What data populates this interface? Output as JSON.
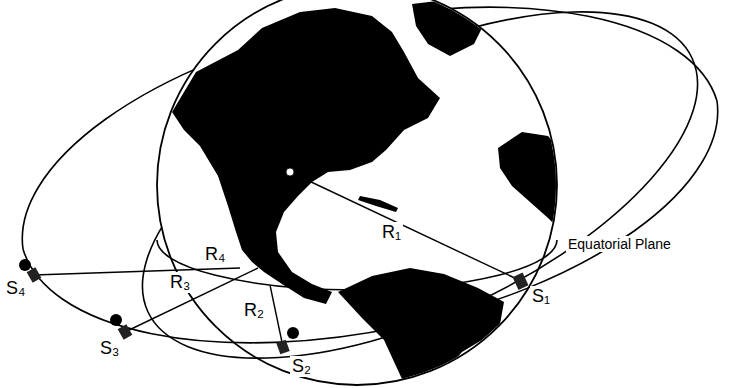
{
  "diagram": {
    "labels": [
      "R₄",
      "R₁",
      "R₃",
      "R₂",
      "Equatorial Plane",
      "S₄",
      "S₁",
      "S₃",
      "S₂"
    ]
  }
}
